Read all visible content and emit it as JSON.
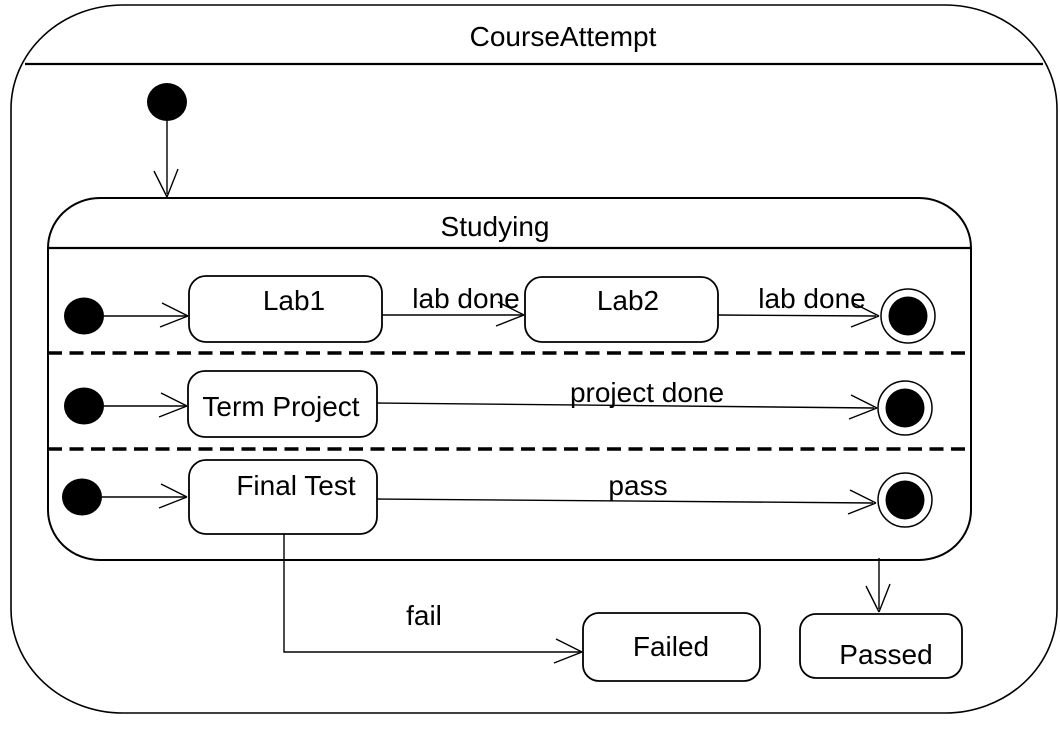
{
  "labels": {
    "course_attempt": "CourseAttempt",
    "studying": "Studying",
    "lab1": "Lab1",
    "lab2": "Lab2",
    "lab_done_a": "lab done",
    "lab_done_b": "lab done",
    "term_project": "Term Project",
    "project_done": "project done",
    "final_test": "Final Test",
    "pass": "pass",
    "fail": "fail",
    "failed": "Failed",
    "passed": "Passed"
  },
  "colors": {
    "ink": "#000000",
    "background": "#ffffff"
  },
  "model": {
    "kind": "UML state machine diagram",
    "outer_state": "CourseAttempt",
    "composite_state": {
      "name": "Studying",
      "entered_from": "initial pseudostate",
      "concurrent_regions": [
        {
          "states": [
            "Lab1",
            "Lab2"
          ],
          "transitions": [
            {
              "from": "initial",
              "to": "Lab1",
              "label": ""
            },
            {
              "from": "Lab1",
              "to": "Lab2",
              "label": "lab done"
            },
            {
              "from": "Lab2",
              "to": "final",
              "label": "lab done"
            }
          ]
        },
        {
          "states": [
            "Term Project"
          ],
          "transitions": [
            {
              "from": "initial",
              "to": "Term Project",
              "label": ""
            },
            {
              "from": "Term Project",
              "to": "final",
              "label": "project done"
            }
          ]
        },
        {
          "states": [
            "Final Test"
          ],
          "transitions": [
            {
              "from": "initial",
              "to": "Final Test",
              "label": ""
            },
            {
              "from": "Final Test",
              "to": "final",
              "label": "pass"
            }
          ]
        }
      ]
    },
    "outcome_states": [
      "Failed",
      "Passed"
    ],
    "outer_transitions": [
      {
        "from": "Final Test",
        "to": "Failed",
        "label": "fail"
      },
      {
        "from": "Studying",
        "to": "Passed",
        "label": ""
      }
    ]
  }
}
